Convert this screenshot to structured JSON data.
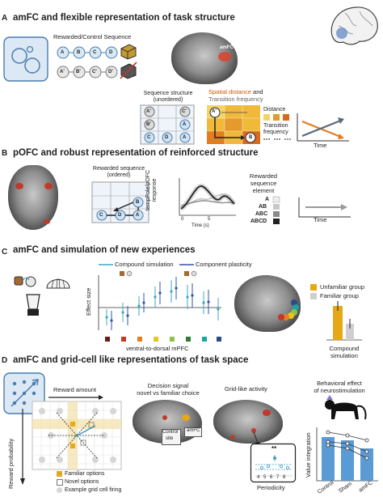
{
  "panel_a": {
    "letter": "A",
    "title": "amFC and flexible representation of task structure",
    "sequence_label": "Rewarded/Control Sequence",
    "seq_rewarded": [
      "A",
      "B",
      "C",
      "D"
    ],
    "seq_control": [
      "A'",
      "B'",
      "C'",
      "D'"
    ],
    "amfc_label": "amFC",
    "structure_label_1": "Sequence structure",
    "structure_label_2": "(unordered)",
    "grid_cells": [
      "A'",
      "",
      "C'",
      "B'",
      "",
      "A",
      "C",
      "D",
      "A"
    ],
    "spatial_distance": "Spatial distance",
    "and_word": "and",
    "transition_freq": "Transition frequency",
    "distance_label": "Distance",
    "transition_label_1": "Transition",
    "transition_label_2": "frequency",
    "grid_letters": [
      "A'",
      "B"
    ],
    "time_label": "Time"
  },
  "panel_b": {
    "letter": "B",
    "title": "pOFC and robust representation of reinforced structure",
    "rewarded_label_1": "Rewarded sequence",
    "rewarded_label_2": "(ordered)",
    "grid_letters": [
      "B",
      "C",
      "D",
      "A"
    ],
    "ylabel_1": "tempPole/pOFC",
    "ylabel_2": "response",
    "x_ticks": [
      "0",
      "5"
    ],
    "xlabel": "Time (s)",
    "legend_title_1": "Rewarded",
    "legend_title_2": "sequence",
    "legend_title_3": "element",
    "legend_items": [
      "A",
      "AB",
      "ABC",
      "ABCD"
    ],
    "time_label": "Time"
  },
  "panel_c": {
    "letter": "C",
    "title": "amFC and simulation of new experiences",
    "legend_compound": "Compound simulation",
    "legend_component": "Component plasticity",
    "ylabel": "Effect size",
    "xlabel": "ventral-to-dorsal mPFC",
    "square_colors": [
      "#6b1a1a",
      "#c0392b",
      "#e67e22",
      "#e6c619",
      "#8bc34a",
      "#2e7d32",
      "#1fa2a2",
      "#2a4a8a"
    ],
    "group_legend": [
      "Unfamiliar group",
      "Familiar group"
    ],
    "bar_label_1": "Compound",
    "bar_label_2": "simulation"
  },
  "panel_d": {
    "letter": "D",
    "title": "amFC and grid-cell like representations of task space",
    "reward_amount": "Reward amount",
    "reward_probability": "Reward probability",
    "legend": [
      "Familiar options",
      "Novel options",
      "Example grid cell firing"
    ],
    "decision_title_1": "Decision signal",
    "decision_title_2": "novel vs familiar choice",
    "control_site_1": "Control",
    "control_site_2": "site",
    "amfc_label": "amFC",
    "grid_like_title": "Grid-like activity",
    "stars": "**",
    "periodicity_ticks": [
      "4",
      "5",
      "6",
      "7",
      "8"
    ],
    "periodicity_label": "Periodicity",
    "behav_title_1": "Behavioral effect",
    "behav_title_2": "of neurostimulation",
    "behav_ylabel": "Value integration",
    "behav_xticks": [
      "Control",
      "Sham",
      "amFC"
    ]
  }
}
